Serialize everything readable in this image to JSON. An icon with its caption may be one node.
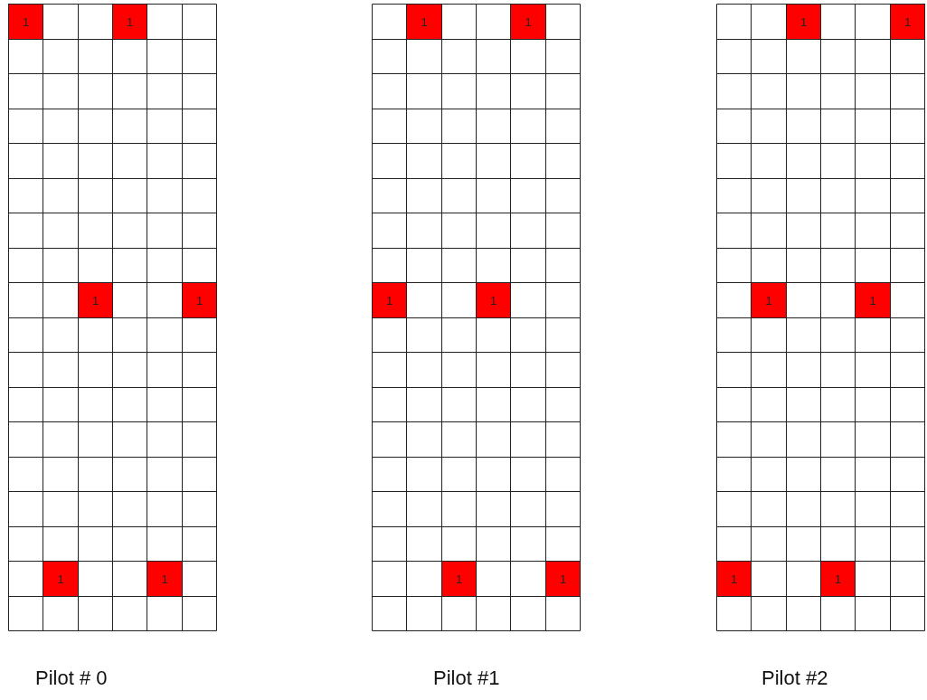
{
  "diagram": {
    "nodes": [
      {
        "text": [
          "Pilot # 0"
        ]
      },
      {
        "text": [
          "1"
        ],
        "in": 0
      },
      {
        "text": [
          "1"
        ],
        "in": 0
      },
      {
        "text": [
          "1"
        ],
        "in": 0
      },
      {
        "text": [
          "1"
        ],
        "in": 0
      },
      {
        "text": [
          "1"
        ],
        "in": 0
      },
      {
        "text": [
          "1"
        ],
        "in": 0
      },
      {
        "text": [
          "Pilot #1"
        ]
      },
      {
        "text": [
          "1"
        ],
        "in": 7
      },
      {
        "text": [
          "1"
        ],
        "in": 7
      },
      {
        "text": [
          "1"
        ],
        "in": 7
      },
      {
        "text": [
          "1"
        ],
        "in": 7
      },
      {
        "text": [
          "1"
        ],
        "in": 7
      },
      {
        "text": [
          "1"
        ],
        "in": 7
      },
      {
        "text": [
          "Pilot #2"
        ]
      },
      {
        "text": [
          "1"
        ],
        "in": 14
      },
      {
        "text": [
          "1"
        ],
        "in": 14
      },
      {
        "text": [
          "1"
        ],
        "in": 14
      },
      {
        "text": [
          "1"
        ],
        "in": 14
      },
      {
        "text": [
          "1"
        ],
        "in": 14
      },
      {
        "text": [
          "1"
        ],
        "in": 14
      }
    ],
    "edges": []
  }
}
